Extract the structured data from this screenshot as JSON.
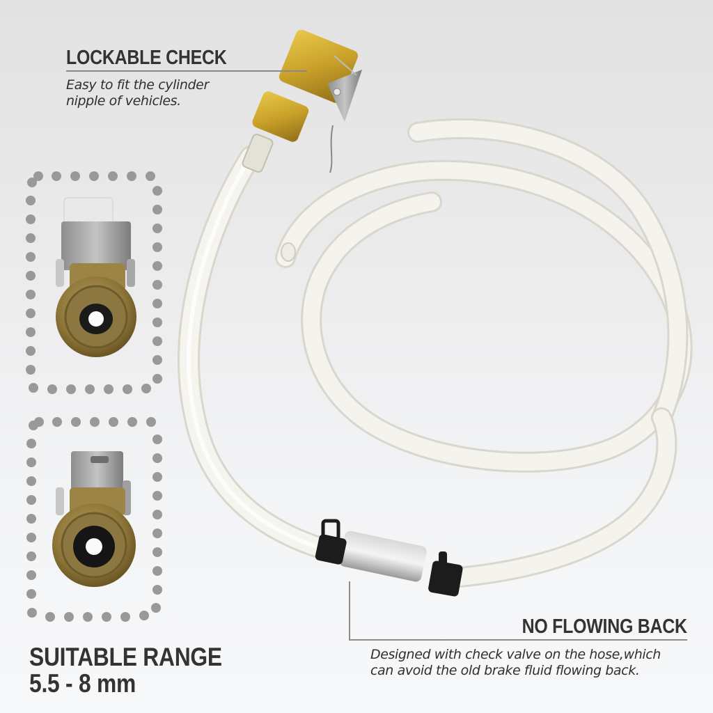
{
  "callouts": {
    "lockable_check": {
      "title": "LOCKABLE CHECK",
      "description_line1": "Easy to fit the cylinder",
      "description_line2": "nipple of vehicles."
    },
    "no_flowing_back": {
      "title": "NO FLOWING BACK",
      "description_line1": "Designed with check valve on the hose,which",
      "description_line2": "can avoid the old brake fluid flowing back."
    },
    "suitable_range": {
      "title": "SUITABLE RANGE",
      "value": "5.5 - 8 mm"
    }
  },
  "images": {
    "main_product": "brake bleeder hose with brass lockable chuck and check valve",
    "detail_top": "chuck front view (open)",
    "detail_bottom": "chuck front view (closed)"
  },
  "colors": {
    "background_top": "#e2e2e2",
    "background_bottom": "#f7f8fa",
    "text": "#333333",
    "rule": "#8a8a8a",
    "dots": "#999999",
    "brass": "#c9a12a",
    "hose": "#f4f2ec"
  }
}
